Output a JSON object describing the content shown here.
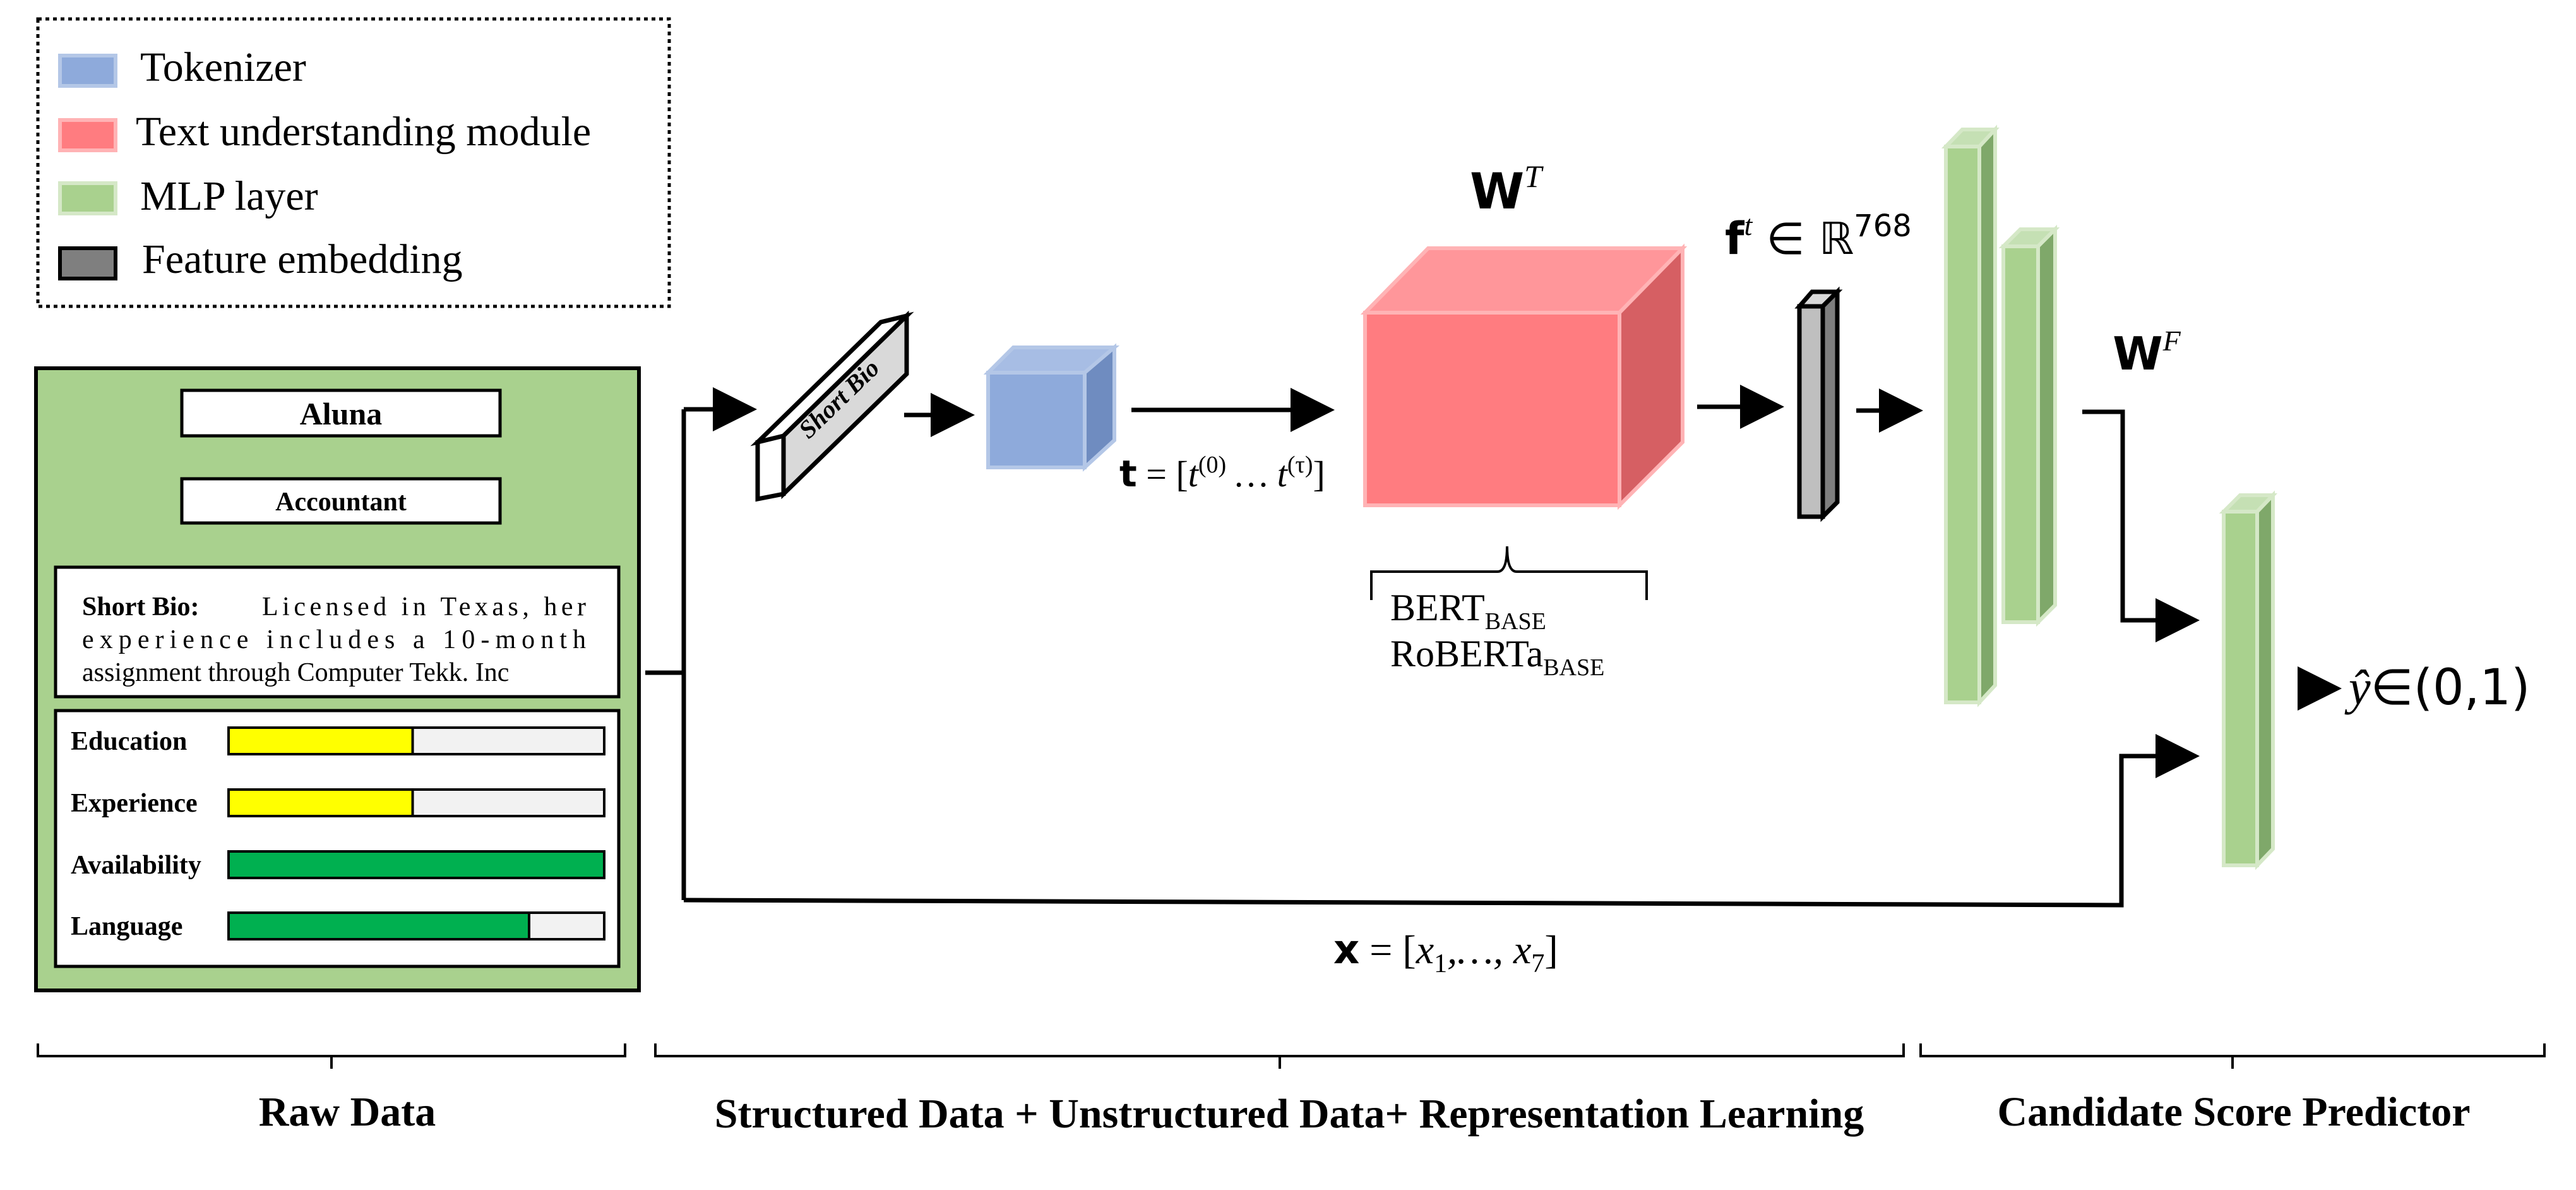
{
  "legend": {
    "items": [
      {
        "label": "Tokenizer",
        "color": "#8eaadb"
      },
      {
        "label": "Text understanding module",
        "color": "#ff7c80"
      },
      {
        "label": "MLP layer",
        "color": "#a9d18e"
      },
      {
        "label": "Feature embedding",
        "color": "#7f7f7f"
      }
    ]
  },
  "raw_data": {
    "name": "Aluna",
    "job_title": "Accountant",
    "bio_label": "Short Bio:",
    "bio_text_line1": "Licensed in Texas, her",
    "bio_text_line2": "experience includes a 10-month",
    "bio_text_line3": "assignment through Computer Tekk. Inc",
    "features": [
      {
        "label": "Education",
        "fill": 0.49,
        "color": "#ffff00"
      },
      {
        "label": "Experience",
        "fill": 0.49,
        "color": "#ffff00"
      },
      {
        "label": "Availability",
        "fill": 1.0,
        "color": "#00b050"
      },
      {
        "label": "Language",
        "fill": 0.8,
        "color": "#00b050"
      }
    ]
  },
  "pipeline": {
    "short_bio_label": "Short Bio",
    "token_vector_bold": "t",
    "token_vector_eq": " = [",
    "token_t": "t",
    "token_first_sup": "(0)",
    "token_ellipsis": " … ",
    "token_last_sup": "(τ)",
    "token_close": "]",
    "text_weights_bold": "W",
    "text_weights_sup": "T",
    "model_bert": "BERT",
    "model_roberta": "RoBERTa",
    "model_subscript": "BASE",
    "feature_vector_bold": "f",
    "feature_vector_sup": "t",
    "feature_vector_in": " ∈ ℝ",
    "feature_vector_dim": "768",
    "mlp_weights_bold": "W",
    "mlp_weights_sup": "F",
    "structured_bold": "x",
    "structured_eq": " = [",
    "structured_x1": "x",
    "structured_sub1": "1",
    "structured_mid": ",…, ",
    "structured_x7": "x",
    "structured_sub7": "7",
    "structured_close": "]",
    "output_y": "ŷ",
    "output_range": "∈(0,1)"
  },
  "stages": {
    "raw": "Raw Data",
    "representation": "Structured Data + Unstructured Data+ Representation Learning",
    "predictor": "Candidate Score Predictor"
  },
  "colors": {
    "raw_panel": "#a9d18e",
    "tokenizer": "#8eaadb",
    "text_module": "#ff7c80",
    "mlp": "#a9d18e",
    "embedding": "#bfbfbf"
  }
}
